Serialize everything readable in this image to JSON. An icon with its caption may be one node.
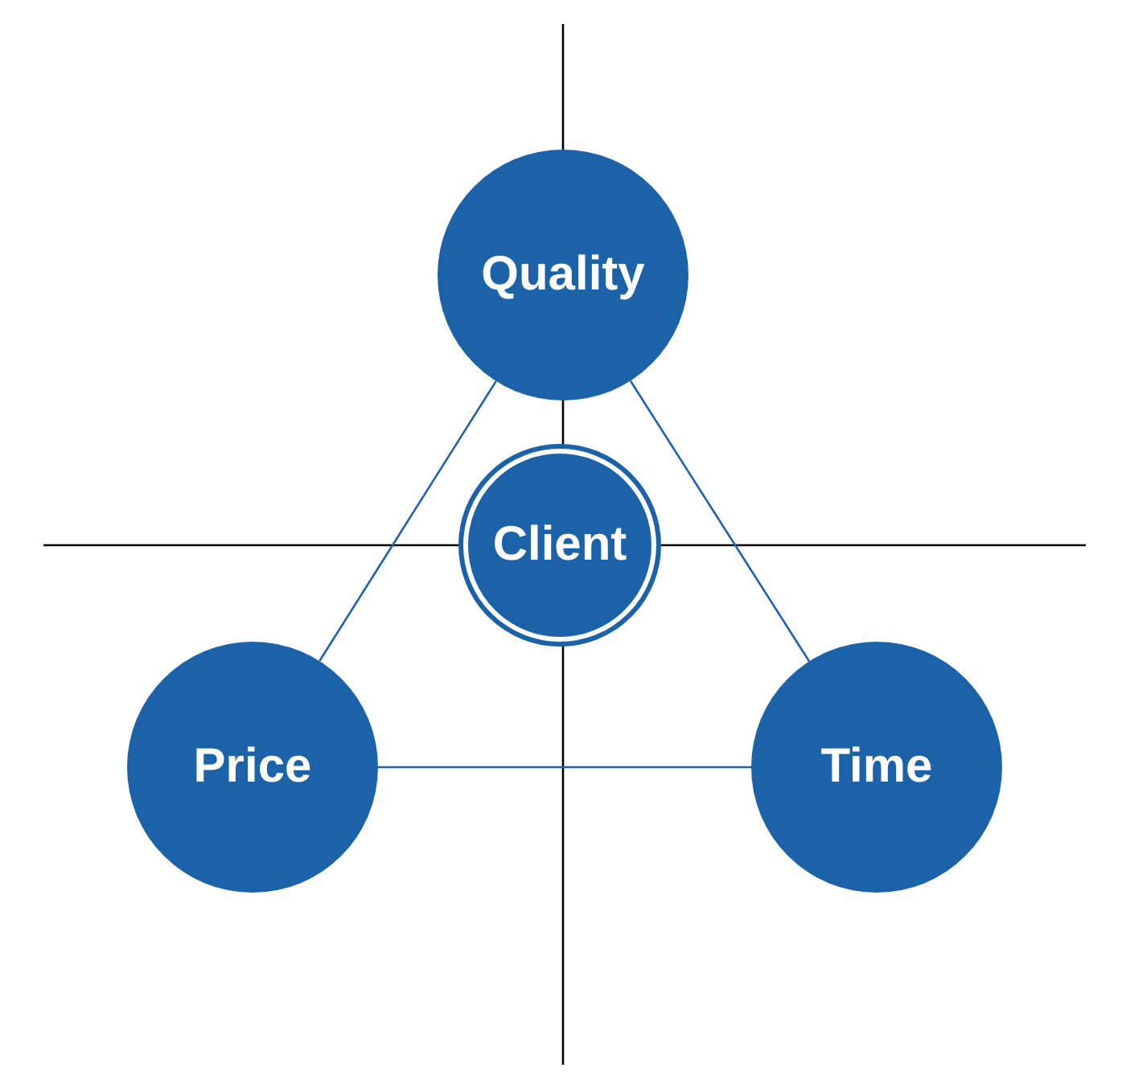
{
  "diagram": {
    "nodes": [
      {
        "text": [
          "Quality"
        ]
      },
      {
        "text": [
          "Client"
        ]
      },
      {
        "text": [
          "Price"
        ]
      },
      {
        "text": [
          "Time"
        ]
      }
    ],
    "edges": [
      {
        "from": 0,
        "to": 2,
        "arrow": "none"
      },
      {
        "from": 0,
        "to": 3,
        "arrow": "none"
      },
      {
        "from": 2,
        "to": 3,
        "arrow": "none"
      }
    ]
  }
}
